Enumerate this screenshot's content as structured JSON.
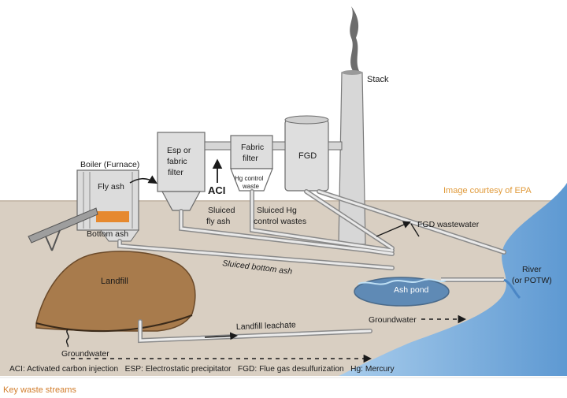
{
  "labels": {
    "stack": "Stack",
    "boiler": "Boiler (Furnace)",
    "fly_ash": "Fly ash",
    "bottom_ash": "Bottom ash",
    "esp_line1": "Esp or",
    "esp_line2": "fabric",
    "esp_line3": "filter",
    "aci": "ACI",
    "fabric_line1": "Fabric",
    "fabric_line2": "filter",
    "hg_control_line1": "Hg control",
    "hg_control_line2": "waste",
    "fgd": "FGD",
    "image_credit": "Image courtesy of EPA",
    "sluiced_fly_line1": "Sluiced",
    "sluiced_fly_line2": "fly ash",
    "sluiced_hg_line1": "Sluiced Hg",
    "sluiced_hg_line2": "control wastes",
    "fgd_wastewater": "FGD wastewater",
    "sluiced_bottom_ash": "Sluiced bottom ash",
    "river_line1": "River",
    "river_line2": "(or POTW)",
    "landfill": "Landfill",
    "ash_pond": "Ash pond",
    "groundwater_right": "Groundwater",
    "landfill_leachate": "Landfill leachate",
    "groundwater_left": "Groundwater"
  },
  "legend": "ACI: Activated carbon injection   ESP: Electrostatic precipitator   FGD: Flue gas desulfurization   Hg: Mercury",
  "caption": "Key waste streams",
  "colors": {
    "ground": "#d8cdbf",
    "sky": "#ffffff",
    "equipment": "#dcdcdc",
    "equipment_stroke": "#6a6a6a",
    "water": "#7fb3e0",
    "water_dark": "#4a86c5",
    "landfill": "#a77a4b",
    "credit": "#e09a3a",
    "caption": "#d27d2c"
  }
}
